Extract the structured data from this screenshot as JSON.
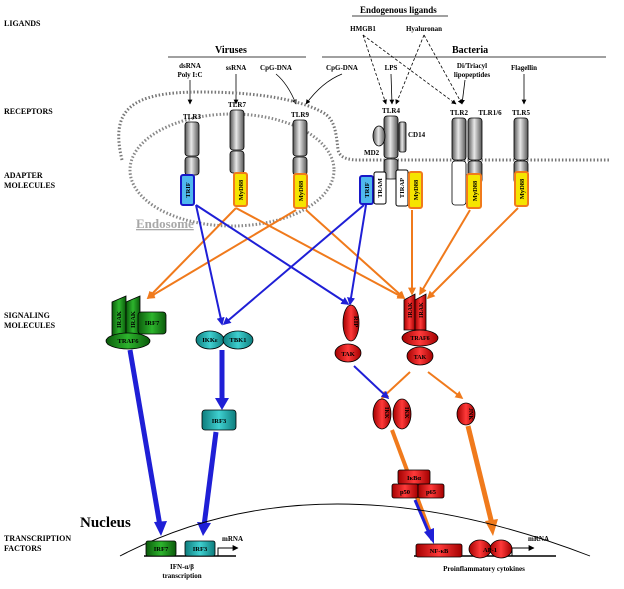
{
  "row_labels": {
    "ligands": "LIGANDS",
    "receptors": "RECEPTORS",
    "adapter_1": "ADAPTER",
    "adapter_2": "MOLECULES",
    "signaling_1": "SIGNALING",
    "signaling_2": "MOLECULES",
    "tf_1": "TRANSCRIPTION",
    "tf_2": "FACTORS"
  },
  "groups": {
    "endogenous": "Endogenous ligands",
    "viruses": "Viruses",
    "bacteria": "Bacteria"
  },
  "ligands": {
    "dsrna_1": "dsRNA",
    "dsrna_2": "Poly I:C",
    "ssrna": "ssRNA",
    "cpg_virus": "CpG-DNA",
    "cpg_bact": "CpG-DNA",
    "lps": "LPS",
    "hmgb1": "HMGB1",
    "hyaluronan": "Hyaluronan",
    "lipo_1": "Di/Triacyl",
    "lipo_2": "lipopeptides",
    "flagellin": "Flagellin"
  },
  "receptors": {
    "tlr3": "TLR3",
    "tlr7": "TLR7",
    "tlr9": "TLR9",
    "tlr4": "TLR4",
    "cd14": "CD14",
    "md2": "MD2",
    "tlr2": "TLR2",
    "tlr16": "TLR1/6",
    "tlr5": "TLR5"
  },
  "compartments": {
    "endosome": "Endosome",
    "nucleus": "Nucleus"
  },
  "adapters": {
    "trif": "TRIF",
    "myd88": "MyD88",
    "tram": "TRAM",
    "tirap": "TIRAP"
  },
  "signaling": {
    "irak": "IRAK",
    "irf7": "IRF7",
    "traf6": "TRAF6",
    "ikke": "IKKε",
    "tbk1": "TBK1",
    "rip": "RIP",
    "tak": "TAK",
    "irf3": "IRF3",
    "ikk": "IKK",
    "jnk": "JNK",
    "ikba": "IκBα",
    "p50": "p50",
    "p65": "p65"
  },
  "transcription": {
    "irf7": "IRF7",
    "irf3": "IRF3",
    "nfkb": "NF-κB",
    "ap1": "AP-1",
    "mrna_1": "mRNA",
    "mrna_2": "mRNA",
    "ifn_1": "IFN-α/β",
    "ifn_2": "transcription",
    "proinflam": "Proinflammatory cytokines"
  },
  "colors": {
    "blue_arrow": "#1f1fd6",
    "orange_arrow": "#f07a1c",
    "green": "#1a8a1a",
    "teal": "#1fb0b0",
    "red": "#dd1111",
    "gray": "#9a9a9a",
    "yellow": "#f5e400"
  }
}
